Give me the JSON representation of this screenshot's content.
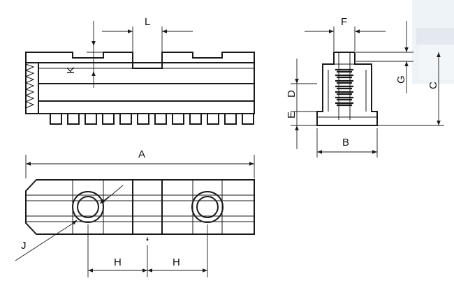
{
  "labels": {
    "L": "L",
    "K": "K",
    "F": "F",
    "G": "G",
    "C": "C",
    "D": "D",
    "E": "E",
    "B": "B",
    "A": "A",
    "J": "J",
    "H_left": "H",
    "H_right": "H"
  },
  "colors": {
    "line": "#1a1a1a",
    "background": "#ffffff",
    "photo_corner": "#eef3f7"
  }
}
